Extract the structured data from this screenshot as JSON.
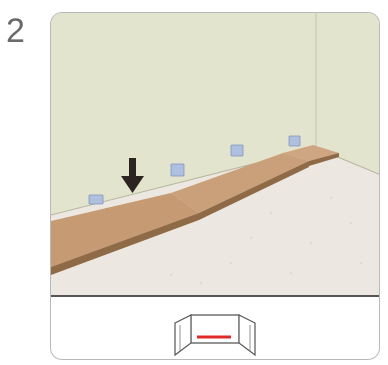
{
  "step": {
    "number": "2"
  },
  "illustration": {
    "wall_color": "#e3e4cd",
    "floor_color": "#ece8e1",
    "board_color": "#c69b74",
    "board_edge_color": "#8f6a47",
    "arrow_color": "#2b2420",
    "spacer_color": "#aebfe0",
    "accent_color": "#e02a2a",
    "icons": [
      "room-scene",
      "down-arrow-icon",
      "floor-board",
      "wall-spacer",
      "room-corner-thumbnail"
    ]
  }
}
